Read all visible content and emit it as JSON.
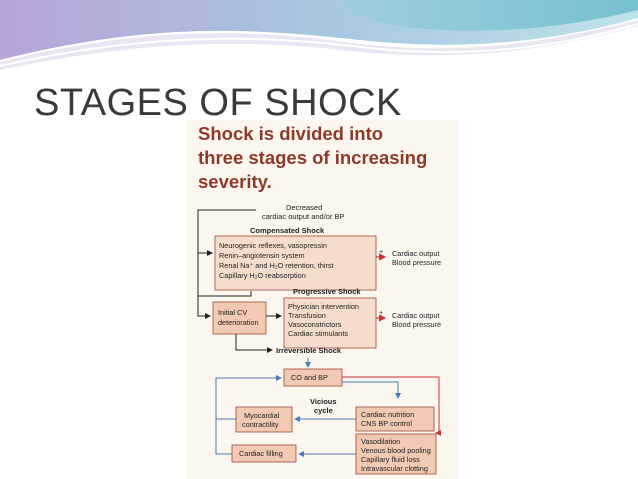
{
  "slide": {
    "title": "STAGES OF SHOCK"
  },
  "figure": {
    "heading": [
      "Shock is divided into",
      "three stages of increasing",
      "severity."
    ],
    "start_label": [
      "Decreased",
      "cardiac output and/or BP"
    ],
    "compensated": {
      "title": "Compensated Shock",
      "box_lines": [
        "Neurogenic reflexes, vasopressin",
        "Renin–angiotensin system",
        "Renal Na⁺ and H₂O retention, thirst",
        "Capillary H₂O reabsorption"
      ],
      "sign": "+",
      "outcome": [
        "Cardiac output",
        "Blood pressure"
      ]
    },
    "progressive": {
      "title": "Progressive Shock",
      "left_box": [
        "Initial CV",
        "deterioration"
      ],
      "right_box": [
        "Physician intervention",
        "Transfusion",
        "Vasoconstrictors",
        "Cardiac stimulants"
      ],
      "sign": "+",
      "outcome": [
        "Cardiac output",
        "Blood pressure"
      ]
    },
    "irreversible": {
      "title": "Irreversible Shock",
      "top_box": "CO and BP",
      "cycle_label": [
        "Vicious",
        "cycle"
      ],
      "myocardial_box": [
        "Myocardial",
        "contractility"
      ],
      "nutrition_box": [
        "Cardiac nutrition",
        "CNS BP control"
      ],
      "cardiac_filling_box": "Cardiac filling",
      "vasodilation_box": [
        "Vasodilation",
        "Venous blood pooling",
        "Capillary fluid loss",
        "Intravascular clotting"
      ]
    },
    "colors": {
      "heading": "#8e3a2a",
      "box_fill": "#f2c9b2",
      "box_stroke": "#9a4a35",
      "arrow_dark": "#222222",
      "arrow_blue": "#4a79b8",
      "arrow_red": "#cc3333",
      "background": "#fbf6ee"
    }
  }
}
